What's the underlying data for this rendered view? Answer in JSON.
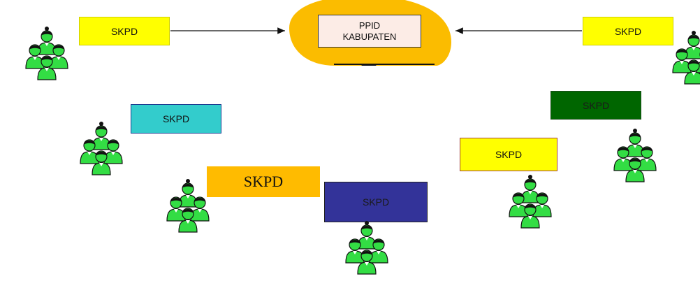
{
  "center": {
    "line1": "PPID",
    "line2": "KABUPATEN"
  },
  "boxes": {
    "top_left": "SKPD",
    "top_right": "SKPD",
    "cyan": "SKPD",
    "dark_green": "SKPD",
    "yellow_mid": "SKPD",
    "orange": "SKPD",
    "navy": "SKPD"
  },
  "colors": {
    "blob": "#fbbc00",
    "center_box": "#fcece6",
    "yellow": "#ffff00",
    "cyan": "#33cccc",
    "dark_green": "#006600",
    "orange": "#ffbb00",
    "navy": "#333399",
    "people_green": "#33dd44",
    "outline": "#111111"
  },
  "icons": {
    "people_group": "people-group-icon",
    "arrow": "arrow-right-icon"
  }
}
